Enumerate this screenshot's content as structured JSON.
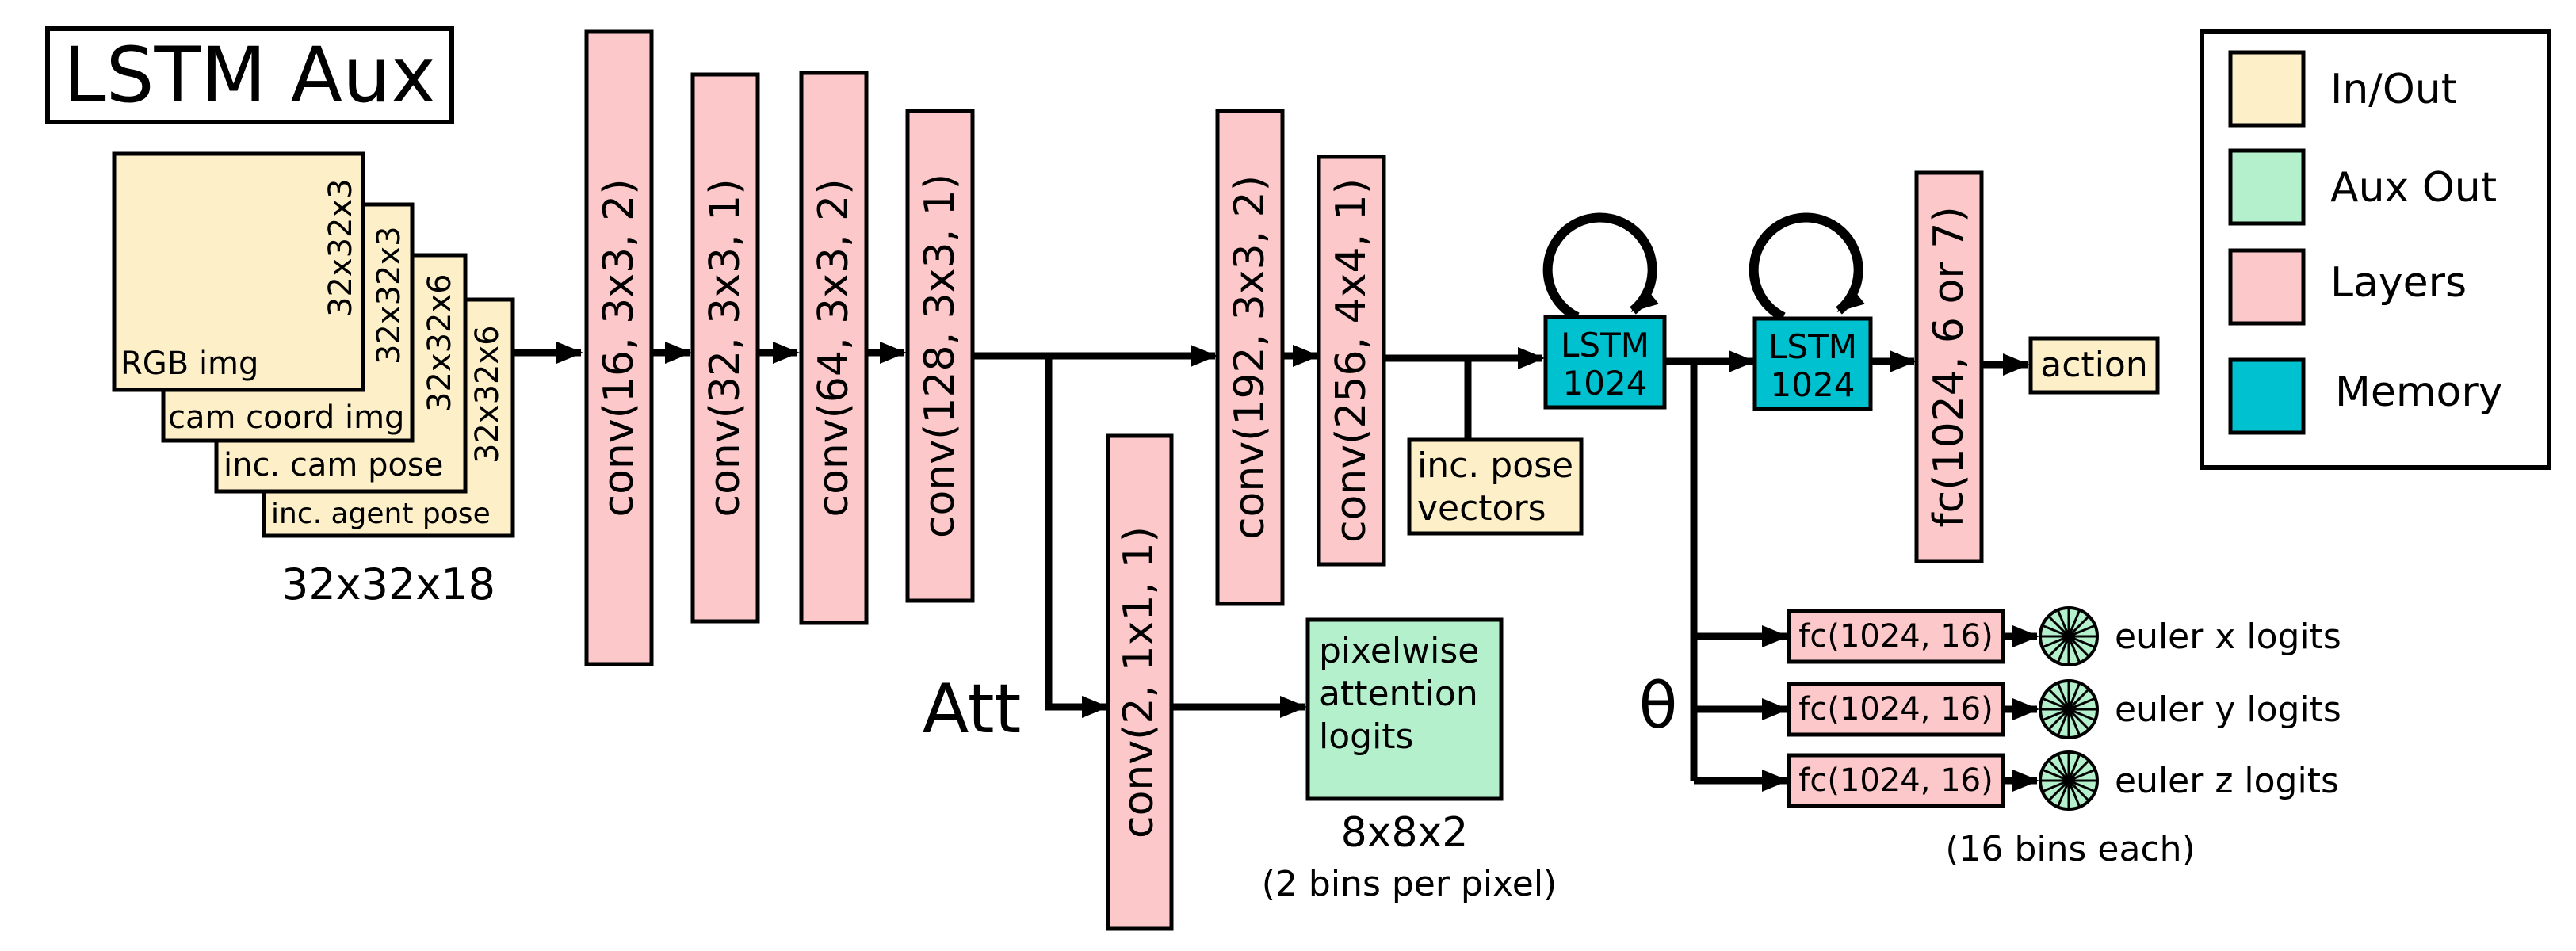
{
  "title": "LSTM Aux",
  "colors": {
    "in_out": "#fdf0c9",
    "aux_out": "#b3f0cb",
    "layers": "#fdc8c9",
    "memory": "#00c1cf",
    "stroke": "#000000"
  },
  "input_stack": {
    "labels": [
      "RGB img",
      "cam coord img",
      "inc. cam pose",
      "inc. agent pose"
    ],
    "dims": [
      "32x32x3",
      "32x32x3",
      "32x32x6",
      "32x32x6"
    ],
    "total_dim": "32x32x18"
  },
  "conv_layers": [
    "conv(16, 3x3, 2)",
    "conv(32, 3x3, 1)",
    "conv(64, 3x3, 2)",
    "conv(128, 3x3, 1)",
    "conv(192, 3x3, 2)",
    "conv(256, 4x4, 1)"
  ],
  "attention": {
    "label": "Att",
    "layer": "conv(2, 1x1, 1)",
    "output": [
      "pixelwise",
      "attention",
      "logits"
    ],
    "output_dim": "8x8x2",
    "output_note": "(2 bins per pixel)"
  },
  "pose_input": [
    "inc. pose",
    "vectors"
  ],
  "lstm": [
    {
      "name": "LSTM",
      "size": "1024"
    },
    {
      "name": "LSTM",
      "size": "1024"
    }
  ],
  "fc_out": "fc(1024, 6 or 7)",
  "action": "action",
  "theta": {
    "label": "θ",
    "fc_layers": [
      "fc(1024, 16)",
      "fc(1024, 16)",
      "fc(1024, 16)"
    ],
    "outputs": [
      "euler x logits",
      "euler y logits",
      "euler z logits"
    ],
    "note": "(16 bins each)"
  },
  "legend": [
    {
      "label": "In/Out",
      "color": "#fdf0c9"
    },
    {
      "label": "Aux Out",
      "color": "#b3f0cb"
    },
    {
      "label": "Layers",
      "color": "#fdc8c9"
    },
    {
      "label": "Memory",
      "color": "#00c1cf"
    }
  ]
}
